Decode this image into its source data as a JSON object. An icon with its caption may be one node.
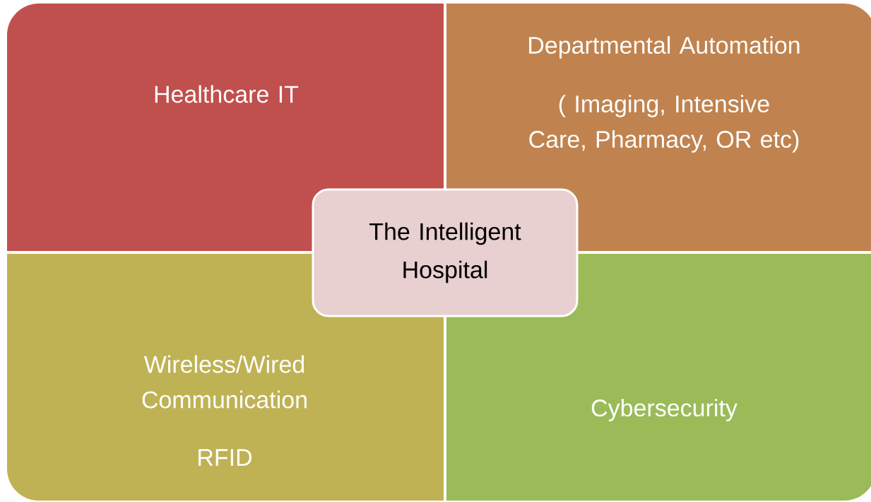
{
  "diagram": {
    "nodes": [
      {
        "text": [
          "Healthcare IT"
        ]
      },
      {
        "text": [
          "Departmental Automation",
          "( Imaging, Intensive Care, Pharmacy, OR etc)"
        ]
      },
      {
        "text": [
          "Wireless/Wired Communication",
          "RFID"
        ]
      },
      {
        "text": [
          "Cybersecurity"
        ]
      },
      {
        "text": [
          "The Intelligent Hospital"
        ]
      }
    ]
  }
}
